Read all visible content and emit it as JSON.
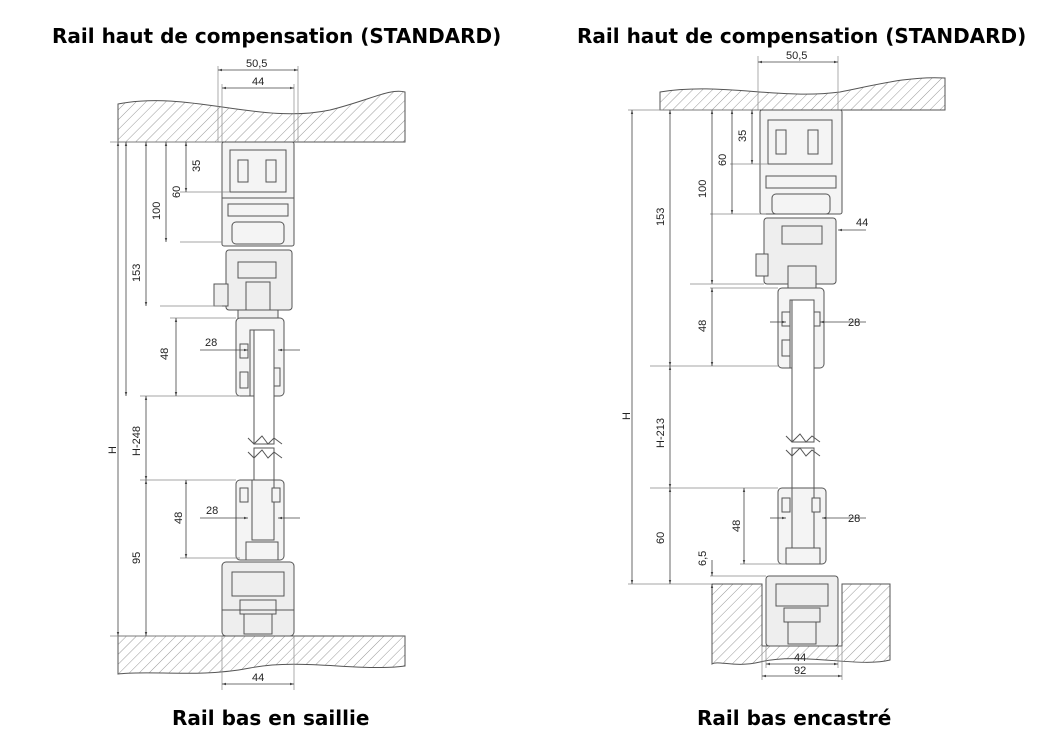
{
  "left_panel": {
    "title": "Rail haut de compensation (STANDARD)",
    "bottom_label": "Rail bas en saillie",
    "dims": {
      "top_width_outer": "50,5",
      "top_width_inner": "44",
      "h35": "35",
      "h60": "60",
      "h100": "100",
      "h153": "153",
      "h48_upper": "48",
      "w28_upper": "28",
      "H": "H",
      "H_minus": "H-248",
      "h48_lower": "48",
      "w28_lower": "28",
      "h95": "95",
      "bottom_width": "44"
    }
  },
  "right_panel": {
    "title": "Rail haut de compensation (STANDARD)",
    "bottom_label": "Rail bas encastré",
    "dims": {
      "top_width_outer": "50,5",
      "h35": "35",
      "h60": "60",
      "h100": "100",
      "h153": "153",
      "w44": "44",
      "h48_upper": "48",
      "w28_upper": "28",
      "H": "H",
      "H_minus": "H-213",
      "h60_lower": "60",
      "h48_lower": "48",
      "w28_lower": "28",
      "h6_5": "6,5",
      "bottom_width_inner": "44",
      "bottom_width_outer": "92"
    }
  },
  "colors": {
    "line": "#555555",
    "hatch": "#888888",
    "part_fill": "#f2f2f2"
  }
}
